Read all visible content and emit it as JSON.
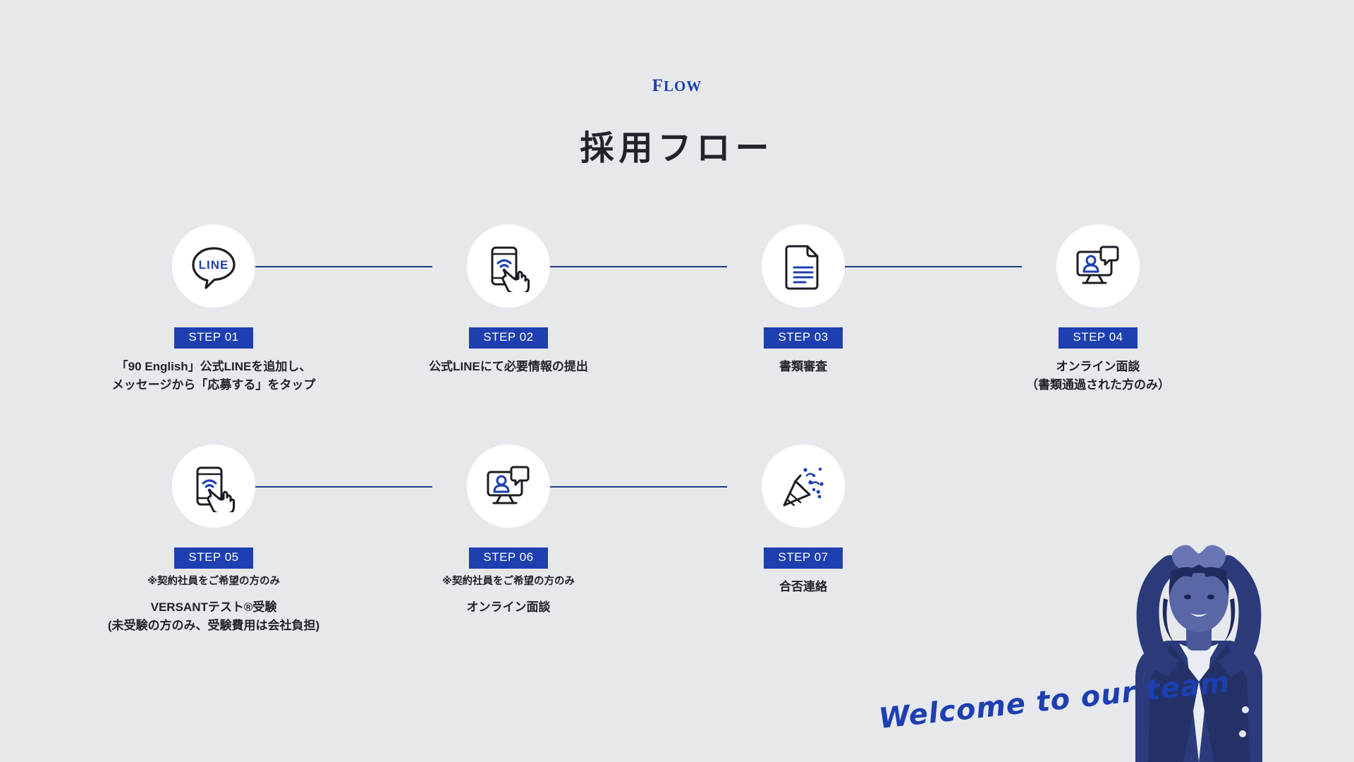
{
  "theme": {
    "background": "#e6e8ec",
    "accent_blue": "#1d3fb0",
    "line_blue": "#1f3a80",
    "text_dark": "#22242b",
    "circle_bg": "#ffffff"
  },
  "header": {
    "eyebrow": "Flow",
    "title": "採用フロー"
  },
  "flow": {
    "rows": [
      {
        "steps": [
          {
            "icon": "line-chat-icon",
            "badge": "STEP 01",
            "note": "",
            "desc": [
              "「90 English」公式LINEを追加し、",
              "メッセージから「応募する」をタップ"
            ]
          },
          {
            "icon": "smartphone-tap-icon",
            "badge": "STEP 02",
            "note": "",
            "desc": [
              "公式LINEにて必要情報の提出"
            ]
          },
          {
            "icon": "document-icon",
            "badge": "STEP 03",
            "note": "",
            "desc": [
              "書類審査"
            ]
          },
          {
            "icon": "online-interview-icon",
            "badge": "STEP 04",
            "note": "",
            "desc": [
              "オンライン面談",
              "（書類通過された方のみ）"
            ]
          }
        ]
      },
      {
        "steps": [
          {
            "icon": "smartphone-tap-icon",
            "badge": "STEP 05",
            "note": "※契約社員をご希望の方のみ",
            "desc": [
              "VERSANTテスト®受験",
              "(未受験の方のみ、受験費用は会社負担)"
            ]
          },
          {
            "icon": "online-interview-icon",
            "badge": "STEP 06",
            "note": "※契約社員をご希望の方のみ",
            "desc": [
              "オンライン面談"
            ]
          },
          {
            "icon": "confetti-icon",
            "badge": "STEP 07",
            "note": "",
            "desc": [
              "合否連絡"
            ]
          }
        ]
      }
    ]
  },
  "decoration": {
    "welcome_text": "Welcome to our team",
    "photo_alt": "woman-making-circle-pose-photo"
  }
}
